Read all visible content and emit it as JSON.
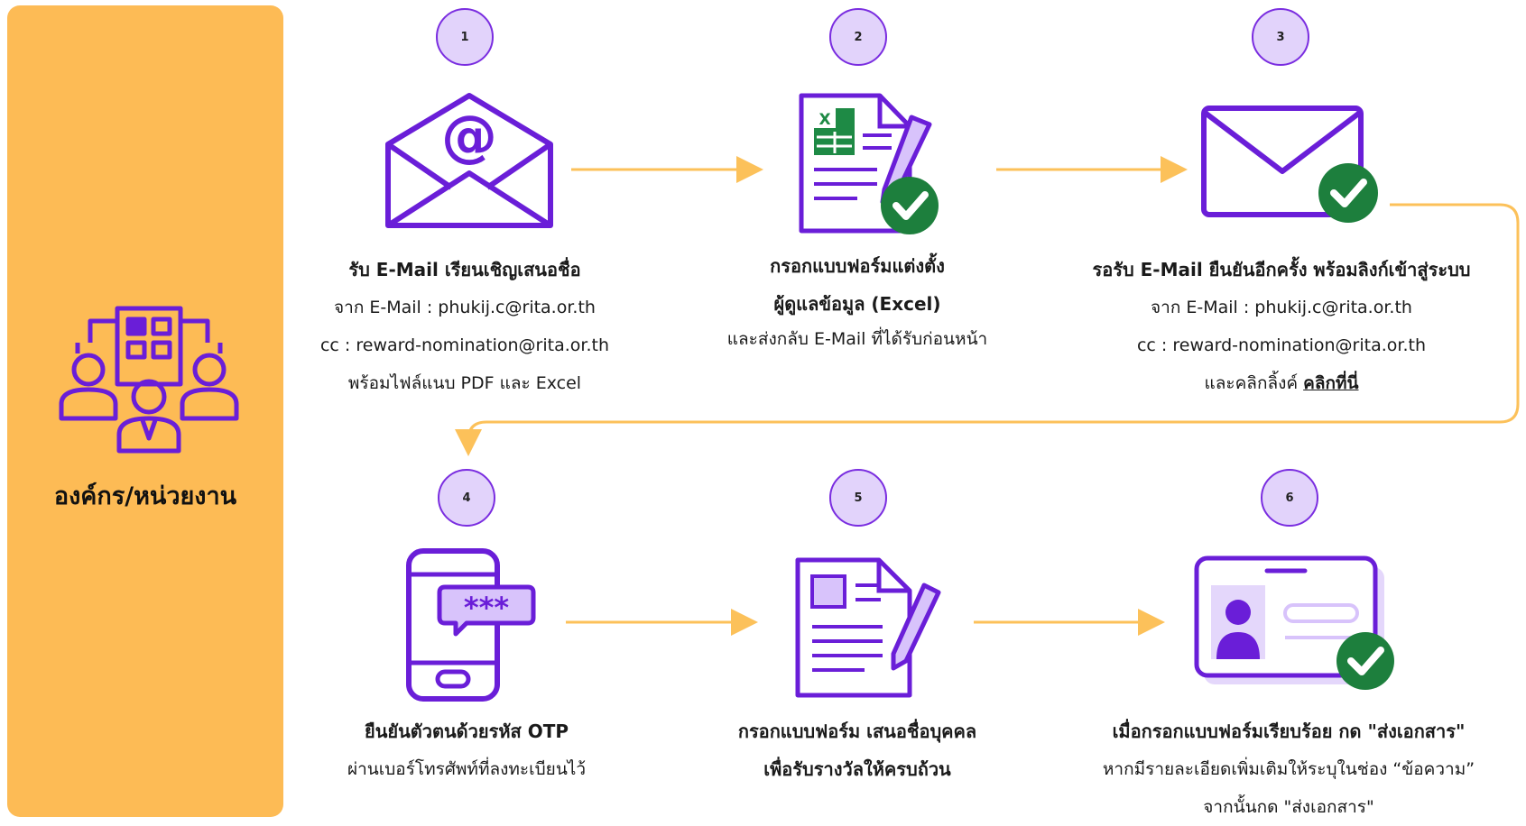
{
  "organization": {
    "label": "องค์กร/หน่วยงาน"
  },
  "steps": [
    {
      "number": "1",
      "title": "รับ E-Mail เรียนเชิญเสนอชื่อ",
      "lines": [
        "จาก E-Mail : phukij.c@rita.or.th",
        "cc : reward-nomination@rita.or.th",
        "พร้อมไฟล์แนบ PDF และ Excel"
      ]
    },
    {
      "number": "2",
      "title": "กรอกแบบฟอร์มแต่งตั้ง",
      "title2": "ผู้ดูแลข้อมูล (Excel)",
      "lines": [
        "และส่งกลับ E-Mail ที่ได้รับก่อนหน้า"
      ]
    },
    {
      "number": "3",
      "title": "รอรับ E-Mail ยืนยันอีกครั้ง พร้อมลิงก์เข้าสู่ระบบ",
      "lines": [
        "จาก E-Mail : phukij.c@rita.or.th",
        "cc : reward-nomination@rita.or.th"
      ],
      "link_prefix": "และคลิกลิ้งค์ ",
      "link_text": "คลิกที่นี่"
    },
    {
      "number": "4",
      "title": "ยืนยันตัวตนด้วยรหัส OTP",
      "lines": [
        "ผ่านเบอร์โทรศัพท์ที่ลงทะเบียนไว้"
      ]
    },
    {
      "number": "5",
      "title": "กรอกแบบฟอร์ม เสนอชื่อบุคคล",
      "title2": "เพื่อรับรางวัลให้ครบถ้วน"
    },
    {
      "number": "6",
      "title": "เมื่อกรอกแบบฟอร์มเรียบร้อย กด \"ส่งเอกสาร\"",
      "lines": [
        "หากมีรายละเอียดเพิ่มเติมให้ระบุในช่อง “ข้อความ”",
        "จากนั้นกด \"ส่งเอกสาร\""
      ]
    }
  ],
  "icons": [
    "office-building-people-icon",
    "email-at-icon",
    "excel-form-check-icon",
    "envelope-check-icon",
    "phone-otp-icon",
    "form-pencil-icon",
    "id-card-check-icon"
  ],
  "colors": {
    "sidebar": "#fdbb55",
    "accent_purple": "#6a1ed8",
    "circle_fill": "#e2d3fb",
    "arrow": "#fcc15a",
    "check_green": "#1d7f3d"
  }
}
